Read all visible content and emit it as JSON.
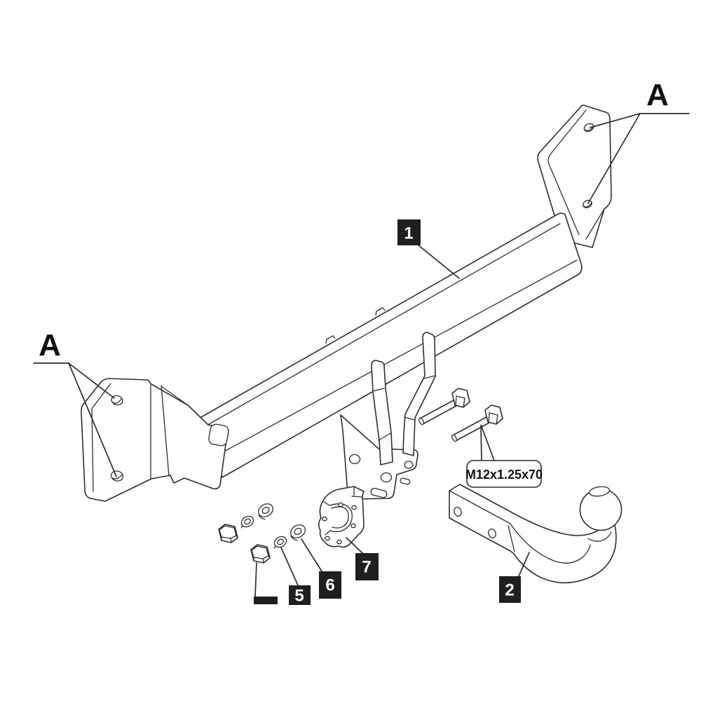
{
  "diagram": {
    "colors": {
      "background": "#ffffff",
      "line": "#2e2e2e",
      "label_box": "#1f1f1f",
      "label_text": "#ffffff"
    },
    "callouts": {
      "a_left": "A",
      "a_right": "A",
      "part_1": "1",
      "part_2": "2",
      "part_5": "5",
      "part_6": "6",
      "part_7": "7",
      "bolt_spec": "M12x1.25x70"
    }
  }
}
